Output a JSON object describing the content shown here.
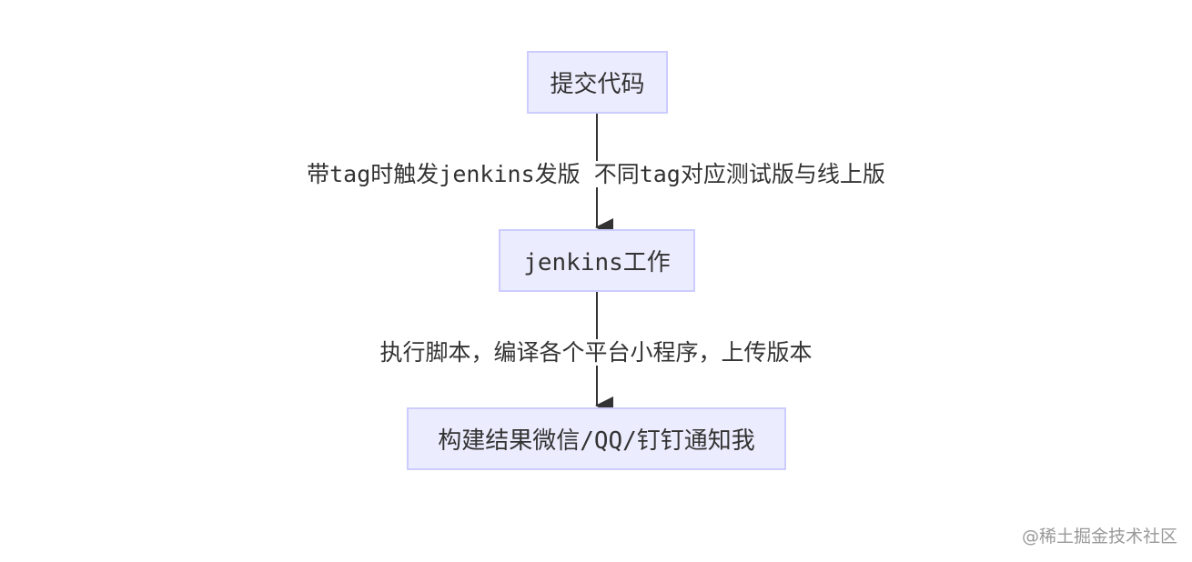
{
  "nodes": [
    "提交代码",
    "jenkins工作",
    "构建结果微信/QQ/钉钉通知我"
  ],
  "edges": [
    {
      "from": 0,
      "to": 1,
      "label": "带tag时触发jenkins发版 不同tag对应测试版与线上版"
    },
    {
      "from": 1,
      "to": 2,
      "label": "执行脚本，编译各个平台小程序，上传版本"
    }
  ],
  "watermark": "@稀土掘金技术社区",
  "colors": {
    "node_fill": "#ECECFF",
    "node_border": "#CCCCFF",
    "line": "#333333"
  }
}
